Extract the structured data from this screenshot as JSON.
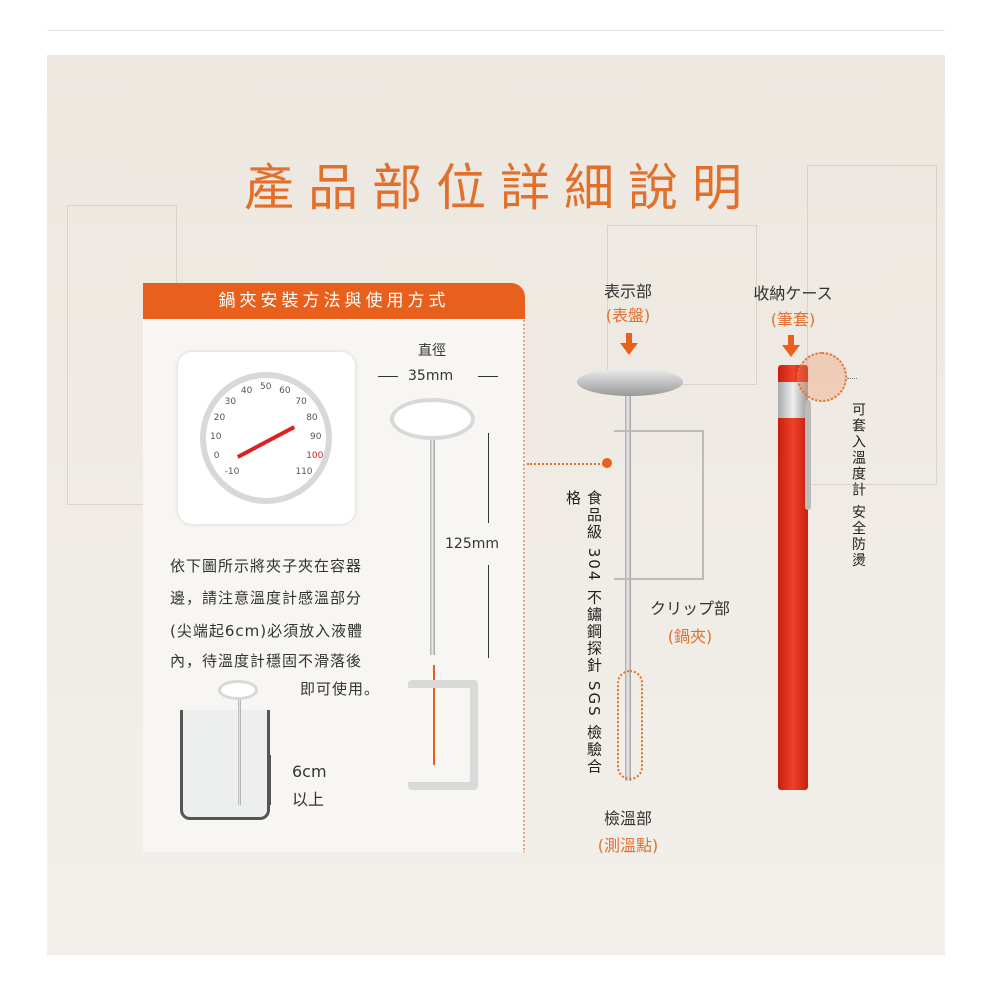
{
  "title": "產品部位詳細說明",
  "panel": {
    "header": "鍋夾安裝方法與使用方式",
    "diameter_label": "直徑",
    "diameter_value": "35mm",
    "length_value": "125mm",
    "instructions": [
      "依下圖所示將夾子夾在容器",
      "邊，請注意溫度計感溫部分",
      "(尖端起6cm)必須放入液體",
      "內，待溫度計穩固不滑落後",
      "即可使用。"
    ],
    "depth_value": "6cm",
    "depth_suffix": "以上",
    "dial_numbers": [
      "-10",
      "0",
      "10",
      "20",
      "30",
      "40",
      "50",
      "60",
      "70",
      "80",
      "90",
      "100",
      "110"
    ]
  },
  "parts": {
    "display": {
      "label": "表示部",
      "sub": "(表盤)"
    },
    "case": {
      "label": "收納ケース",
      "sub": "(筆套)"
    },
    "clip": {
      "label": "クリップ部",
      "sub": "(鍋夾)"
    },
    "probe": {
      "label": "檢溫部",
      "sub": "(測溫點)"
    },
    "material": "食品級 304 不鏽鋼探針 SGS 檢驗合格",
    "case_note": "可套入溫度計 安全防燙"
  },
  "colors": {
    "accent": "#e8601c",
    "title": "#e0702a",
    "case": "#e8321e"
  }
}
